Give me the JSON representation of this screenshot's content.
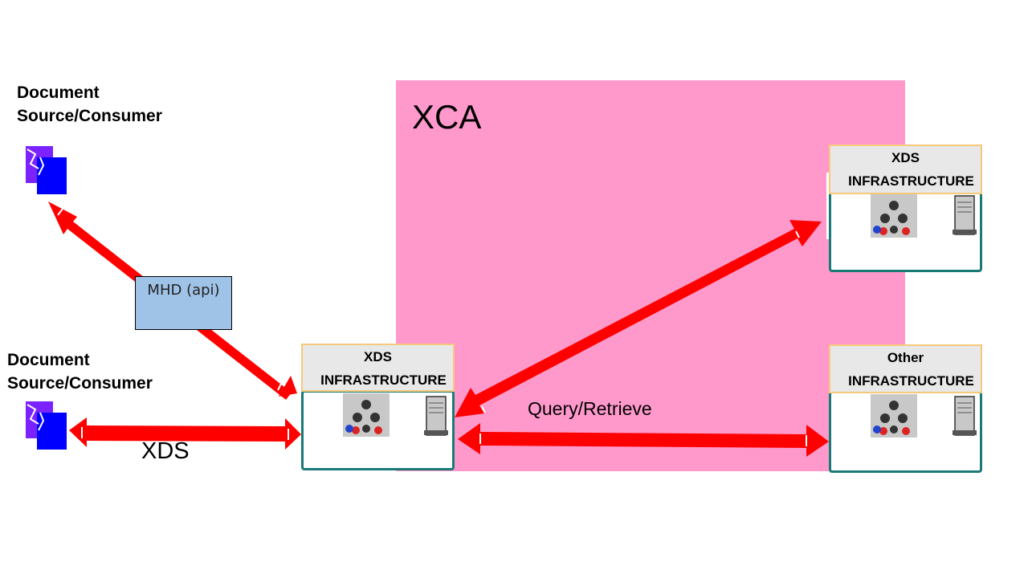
{
  "xca": {
    "label": "XCA"
  },
  "sources": [
    {
      "label_line1": "Document",
      "label_line2": "Source/Consumer"
    },
    {
      "label_line1": "Document",
      "label_line2": "Source/Consumer"
    }
  ],
  "mhd": {
    "label": "MHD (api)"
  },
  "edges": {
    "xds": "XDS",
    "query_retrieve": "Query/Retrieve"
  },
  "infra_local": {
    "line1": "XDS",
    "line2": "INFRASTRUCTURE"
  },
  "infra_remote_xds": {
    "line1": "XDS",
    "line2": "INFRASTRUCTURE"
  },
  "infra_remote_other": {
    "line1": "Other",
    "line2": "INFRASTRUCTURE"
  },
  "colors": {
    "xca_fill": "#ff99cc",
    "arrow": "#ff0000",
    "infra_border": "#1a7a78",
    "header_border": "#f7c97a",
    "mhd_fill": "#9fc3e7",
    "doc_purple": "#7a22ff",
    "doc_blue": "#0000ff"
  },
  "icons": [
    "document-stack-icon",
    "server-tower-icon",
    "network-cluster-icon"
  ]
}
